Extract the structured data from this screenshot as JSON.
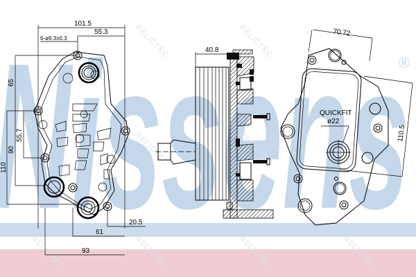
{
  "brand": {
    "logo_text": "Nissens",
    "registered_mark": "®",
    "logo_color": "#c5d7ea"
  },
  "watermark": {
    "text": "RELICTEC"
  },
  "bands": {
    "blue_color": "#cddcec",
    "pink_color": "#f0cdd4"
  },
  "front_view": {
    "dimensions": {
      "overall_width": "101.5",
      "hole_offset": "55.3",
      "hole_spec": "6-ø9.3±0.3",
      "height_upper": "65",
      "height_55": "55.7",
      "height_90": "90",
      "height_110": "110",
      "width_61": "61",
      "offset_20": "20.5",
      "width_93": "93"
    }
  },
  "side_view": {
    "dimensions": {
      "depth": "40.8"
    }
  },
  "back_view": {
    "dimensions": {
      "width": "70.72",
      "height": "110.5"
    },
    "labels": {
      "quickfit": "QUICKFIT",
      "quickfit_diameter": "ø22"
    }
  }
}
